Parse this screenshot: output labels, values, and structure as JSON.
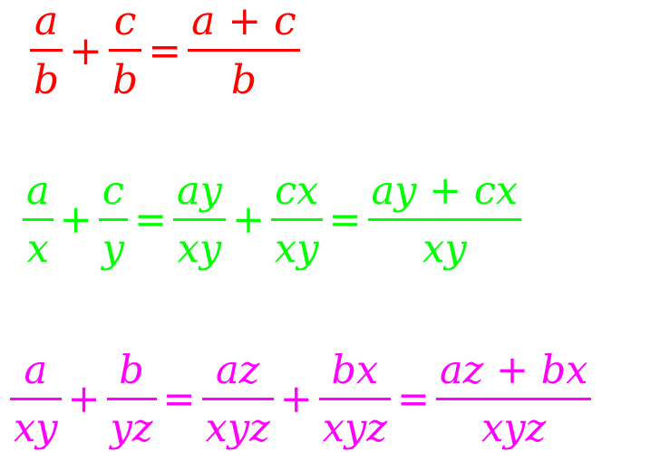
{
  "equations": [
    {
      "color": "#ff0000",
      "terms": [
        {
          "num": "a",
          "den": "b"
        },
        {
          "op": "+"
        },
        {
          "num": "c",
          "den": "b"
        },
        {
          "op": "="
        },
        {
          "num": "a + c",
          "den": "b"
        }
      ]
    },
    {
      "color": "#00ff00",
      "terms": [
        {
          "num": "a",
          "den": "x"
        },
        {
          "op": "+"
        },
        {
          "num": "c",
          "den": "y"
        },
        {
          "op": "="
        },
        {
          "num": "ay",
          "den": "xy"
        },
        {
          "op": "+"
        },
        {
          "num": "cx",
          "den": "xy"
        },
        {
          "op": "="
        },
        {
          "num": "ay + cx",
          "den": "xy"
        }
      ]
    },
    {
      "color": "#ff00ff",
      "terms": [
        {
          "num": "a",
          "den": "xy"
        },
        {
          "op": "+"
        },
        {
          "num": "b",
          "den": "yz"
        },
        {
          "op": "="
        },
        {
          "num": "az",
          "den": "xyz"
        },
        {
          "op": "+"
        },
        {
          "num": "bx",
          "den": "xyz"
        },
        {
          "op": "="
        },
        {
          "num": "az + bx",
          "den": "xyz"
        }
      ]
    }
  ]
}
